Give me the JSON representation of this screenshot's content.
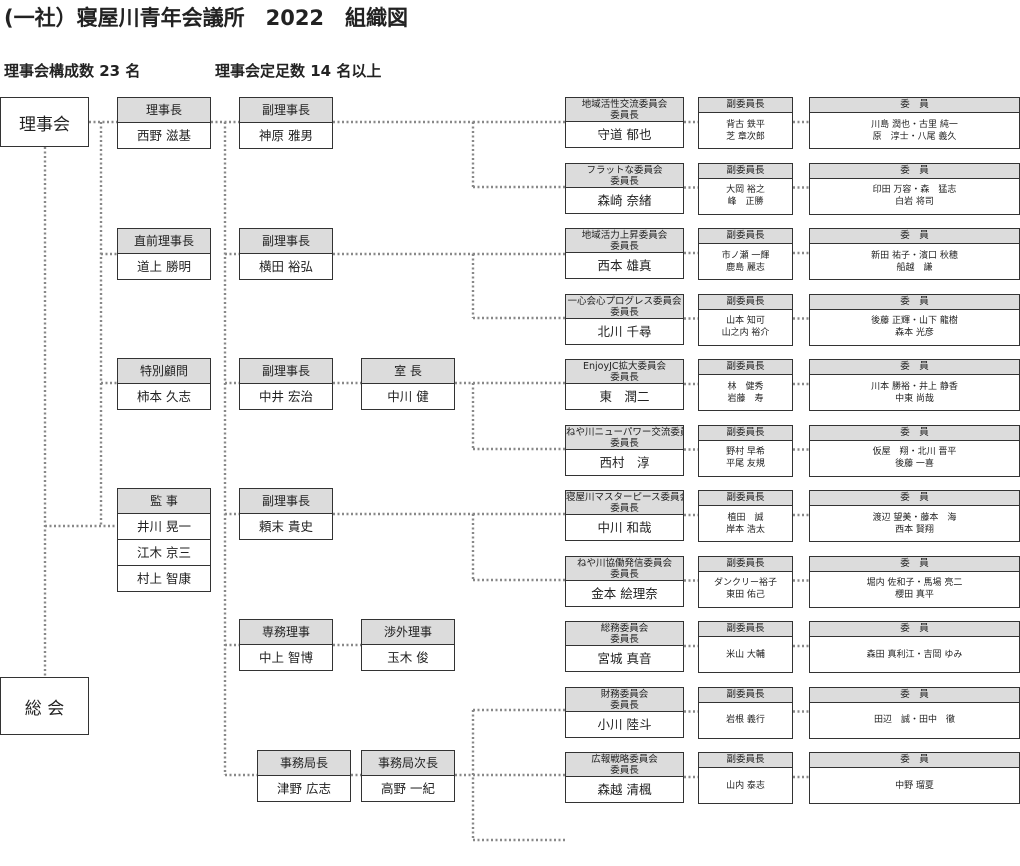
{
  "title": "(一社）寝屋川青年会議所　2022　組織図",
  "board_count": "理事会構成数 23 名",
  "quorum": "理事会定足数  14 名以上",
  "left_boxes": {
    "board": "理事会",
    "general": "総 会"
  },
  "officers": {
    "president": {
      "title": "理事長",
      "name": "西野 滋基"
    },
    "past_president": {
      "title": "直前理事長",
      "name": "道上 勝明"
    },
    "advisor": {
      "title": "特別顧問",
      "name": "柿本 久志"
    },
    "auditors": {
      "title": "監 事",
      "names": [
        "井川 晃一",
        "江木 京三",
        "村上 智康"
      ]
    }
  },
  "vps": [
    {
      "title": "副理事長",
      "name": "神原 雅男"
    },
    {
      "title": "副理事長",
      "name": "横田 裕弘"
    },
    {
      "title": "副理事長",
      "name": "中井 宏治"
    },
    {
      "title": "副理事長",
      "name": "頼末 貴史"
    }
  ],
  "office_chief": {
    "title": "室 長",
    "name": "中川 健"
  },
  "executive_director": {
    "title": "専務理事",
    "name": "中上 智博"
  },
  "external_director": {
    "title": "渉外理事",
    "name": "玉木 俊"
  },
  "secretary_general": {
    "title": "事務局長",
    "name": "津野 広志"
  },
  "deputy_secretary": {
    "title": "事務局次長",
    "name": "高野 一紀"
  },
  "labels": {
    "chair": "委員長",
    "vice_chair": "副委員長",
    "members": "委　員"
  },
  "committees": [
    {
      "name": "地域活性交流委員会",
      "chair": "守道 郁也",
      "vice": [
        "背古 鉄平",
        "芝 章次郎"
      ],
      "members": [
        "川島 潤也・古里 純一",
        "原　淳士・八尾 義久"
      ]
    },
    {
      "name": "フラットな委員会",
      "chair": "森崎 奈緒",
      "vice": [
        "大岡 裕之",
        "峰　正勝"
      ],
      "members": [
        "印田 万容・森　猛志",
        "白岩 将司"
      ]
    },
    {
      "name": "地域活力上昇委員会",
      "chair": "西本 雄真",
      "vice": [
        "市ノ瀬 一輝",
        "鹿島 麗志"
      ],
      "members": [
        "新田 祐子・濱口 秋穂",
        "船越　謙"
      ]
    },
    {
      "name": "一心会心プログレス委員会",
      "chair": "北川 千尋",
      "vice": [
        "山本 知可",
        "山之内 裕介"
      ],
      "members": [
        "後藤 正輝・山下 龍樹",
        "森本 光彦"
      ]
    },
    {
      "name": "EnjoyJC拡大委員会",
      "chair": "東　潤二",
      "vice": [
        "林　健秀",
        "岩藤　寿"
      ],
      "members": [
        "川本 勝裕・井上 静香",
        "中東 尚哉"
      ]
    },
    {
      "name": "ねや川ニューパワー交流委員会",
      "chair": "西村　淳",
      "vice": [
        "野村 早希",
        "平尾 友規"
      ],
      "members": [
        "仮屋　翔・北川 晋平",
        "後藤 一喜"
      ]
    },
    {
      "name": "寝屋川マスターピース委員会",
      "chair": "中川 和哉",
      "vice": [
        "植田　誠",
        "岸本 浩太"
      ],
      "members": [
        "渡辺 望美・藤本　海",
        "西本 賢翔"
      ]
    },
    {
      "name": "ねや川協働発信委員会",
      "chair": "金本 絵理奈",
      "vice": [
        "ダンクリー裕子",
        "東田 佑己"
      ],
      "members": [
        "堀内 佐和子・馬場 亮二",
        "櫻田 真平"
      ]
    },
    {
      "name": "総務委員会",
      "chair": "宮城 真音",
      "vice": [
        "米山 大輔"
      ],
      "members": [
        "森田 真利江・吉岡 ゆみ"
      ]
    },
    {
      "name": "財務委員会",
      "chair": "小川 陸斗",
      "vice": [
        "岩根 義行"
      ],
      "members": [
        "田辺　誠・田中　徹"
      ]
    },
    {
      "name": "広報戦略委員会",
      "chair": "森越 清楓",
      "vice": [
        "山内 泰志"
      ],
      "members": [
        "中野 瑠夏"
      ]
    }
  ]
}
